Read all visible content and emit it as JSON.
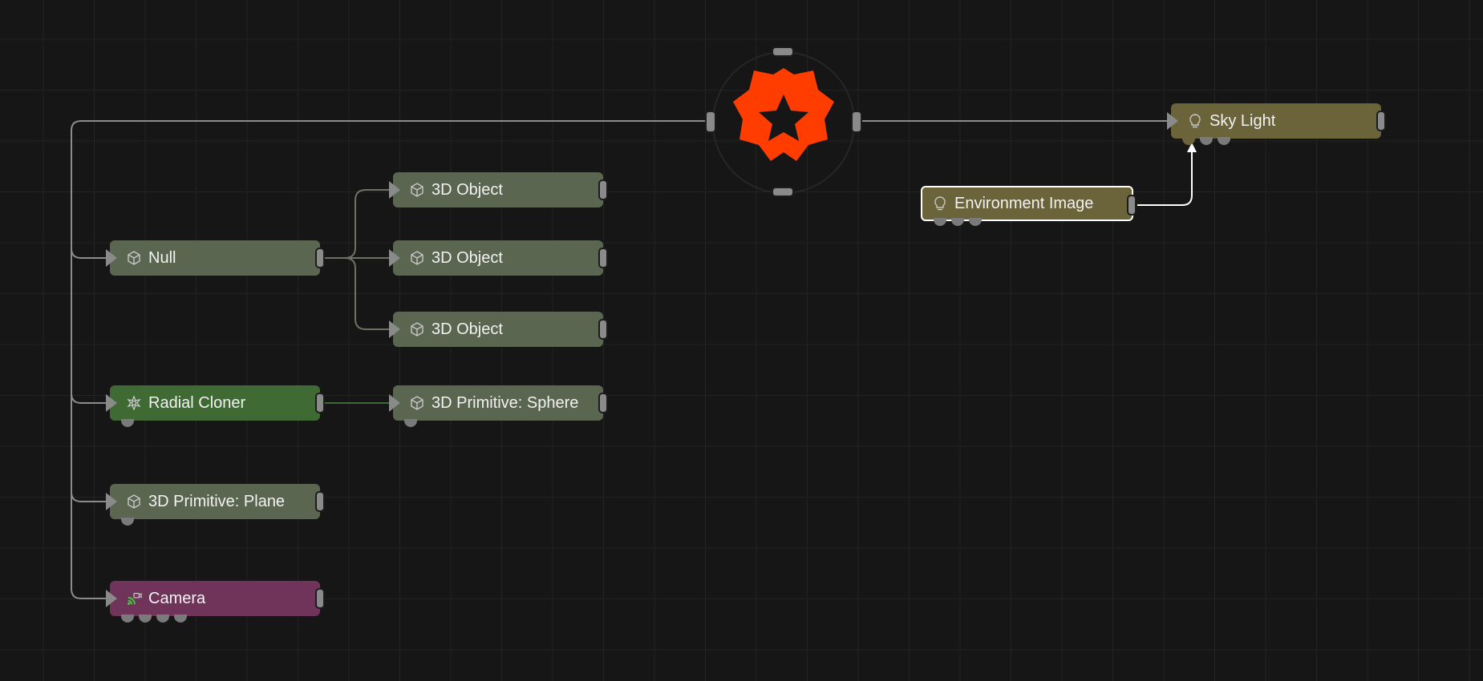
{
  "colors": {
    "background": "#161616",
    "grid": "#232323",
    "wire": "#8c8c8c",
    "wire_green": "#3c6a32",
    "logo": "#ff3d00",
    "node_object": "#5b6651",
    "node_cloner": "#3f6a33",
    "node_camera": "#70345a",
    "node_light": "#6b633a"
  },
  "hub": {
    "icon": "orange-gear-logo-icon"
  },
  "nodes": {
    "null": {
      "label": "Null",
      "icon": "cube-icon",
      "inputs": 0
    },
    "obj1": {
      "label": "3D Object",
      "icon": "cube-icon",
      "inputs": 0
    },
    "obj2": {
      "label": "3D Object",
      "icon": "cube-icon",
      "inputs": 0
    },
    "obj3": {
      "label": "3D Object",
      "icon": "cube-icon",
      "inputs": 0
    },
    "radial_cloner": {
      "label": "Radial Cloner",
      "icon": "cloner-icon",
      "inputs": 1
    },
    "sphere": {
      "label": "3D Primitive: Sphere",
      "icon": "cube-icon",
      "inputs": 1
    },
    "plane": {
      "label": "3D Primitive: Plane",
      "icon": "cube-icon",
      "inputs": 1
    },
    "camera": {
      "label": "Camera",
      "icon": "camera-broadcast-icon",
      "inputs": 4
    },
    "sky_light": {
      "label": "Sky Light",
      "icon": "lightbulb-icon",
      "inputs": 3
    },
    "env_image": {
      "label": "Environment Image",
      "icon": "lightbulb-icon",
      "inputs": 3,
      "selected": true
    }
  }
}
